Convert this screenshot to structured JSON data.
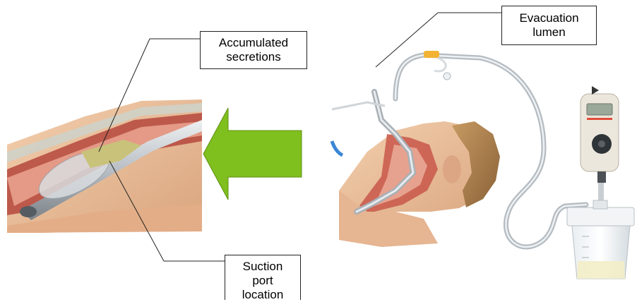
{
  "labels": {
    "accumulated": [
      "Accumulated",
      "secretions"
    ],
    "evacuation": [
      "Evacuation",
      "lumen"
    ],
    "suction": [
      "Suction",
      "port",
      "location"
    ]
  },
  "colors": {
    "arrow": "#7fbf1e",
    "tissue": "#e7b994",
    "secretion": "#c9c27a",
    "tube": "#c8ccd0"
  }
}
